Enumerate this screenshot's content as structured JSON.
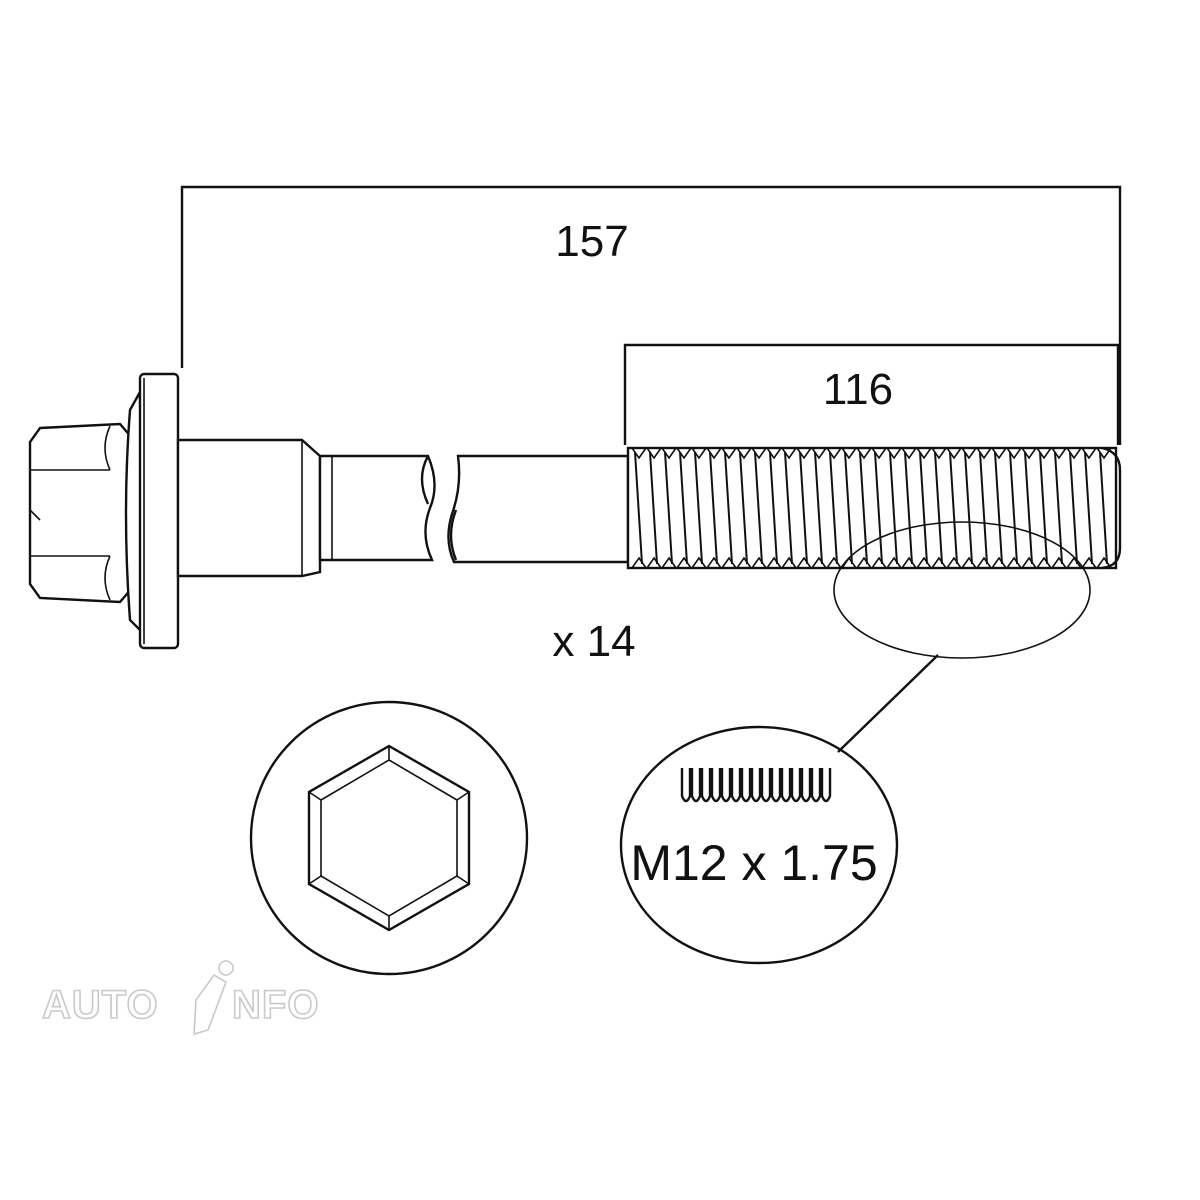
{
  "dimensions": {
    "overall_length": "157",
    "thread_length": "116"
  },
  "quantity": "x 14",
  "thread_spec": "M12 x 1.75",
  "watermark": "AUTOINFO",
  "colors": {
    "line": "#111111",
    "background": "#ffffff",
    "watermark": "#c9c9c9"
  }
}
